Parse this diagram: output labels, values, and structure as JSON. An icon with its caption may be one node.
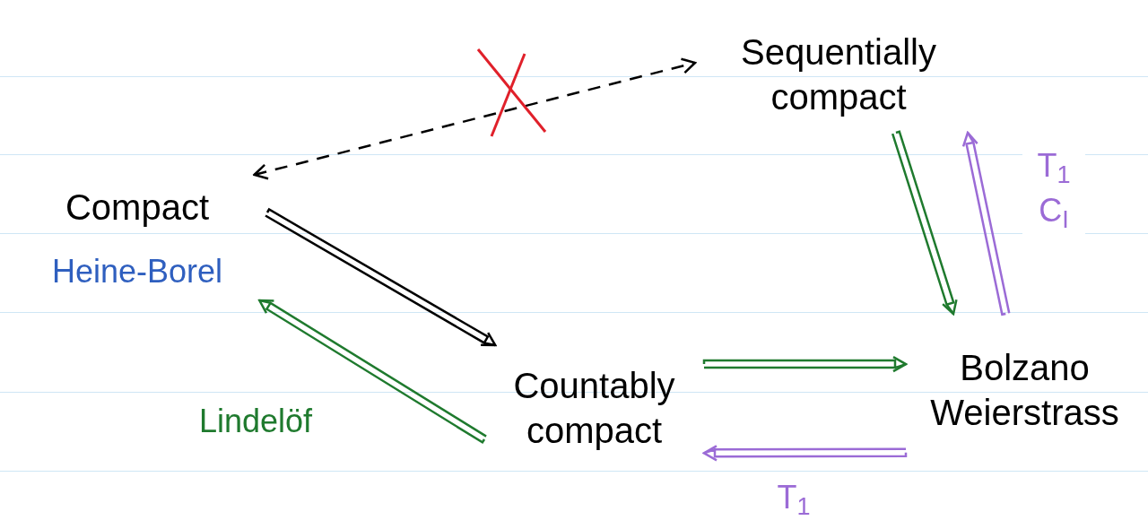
{
  "diagram": {
    "nodes": [
      {
        "text": [
          "Compact",
          "Heine-Borel"
        ]
      },
      {
        "text": [
          "Sequentially compact"
        ]
      },
      {
        "text": [
          "Countably compact"
        ]
      },
      {
        "text": [
          "Bolzano Weierstrass"
        ]
      }
    ],
    "edges": [
      {
        "from": 0,
        "to": 1,
        "arrow": "both",
        "style": "dashed",
        "color": "#000000"
      },
      {
        "from": 0,
        "to": 2,
        "arrow": "to",
        "color": "#000000"
      },
      {
        "from": 2,
        "to": 0,
        "arrow": "to",
        "label": "Lindelöf",
        "color": "#1f7a2e"
      },
      {
        "from": 1,
        "to": 3,
        "arrow": "to",
        "color": "#1f7a2e"
      },
      {
        "from": 3,
        "to": 1,
        "arrow": "to",
        "label": "T$_{1}$ C$_{I}$",
        "color": "#9b6bd6"
      },
      {
        "from": 2,
        "to": 3,
        "arrow": "to",
        "color": "#1f7a2e"
      },
      {
        "from": 3,
        "to": 2,
        "arrow": "to",
        "label": "T$_{1}$",
        "color": "#9b6bd6"
      }
    ]
  }
}
